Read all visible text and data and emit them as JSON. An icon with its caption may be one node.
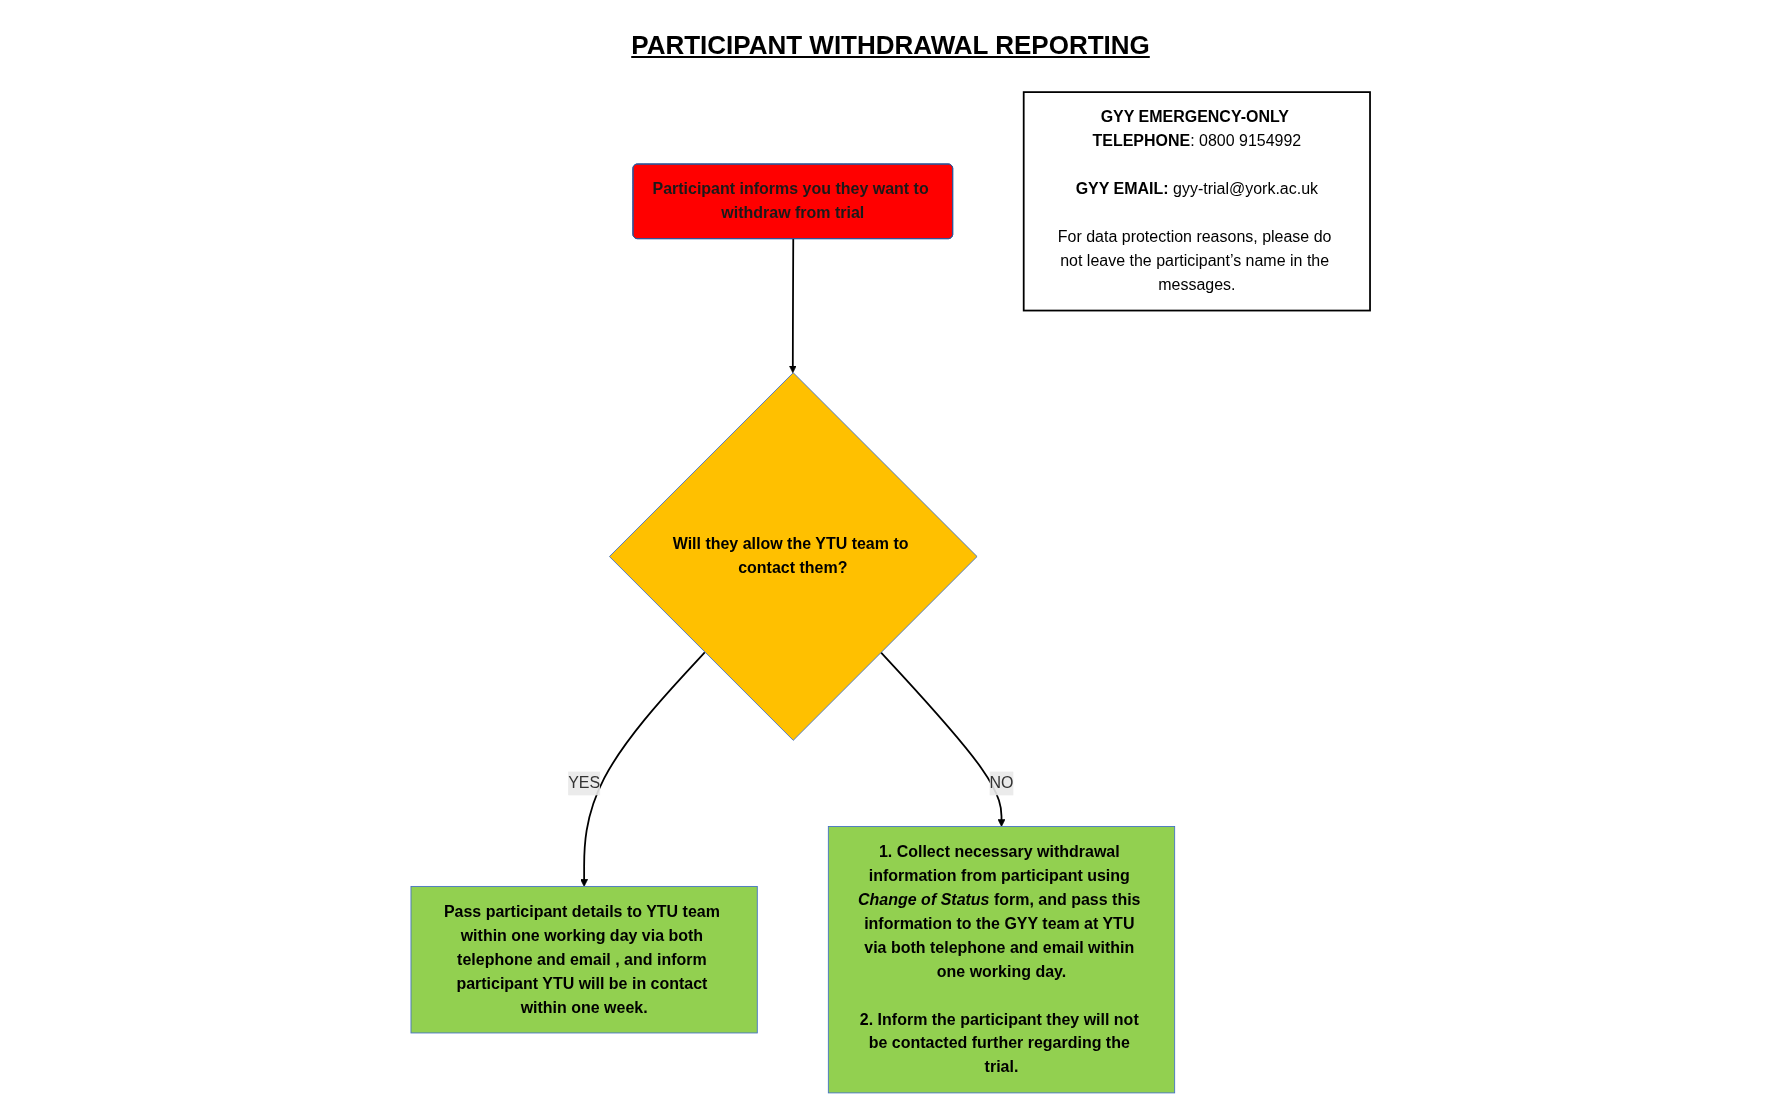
{
  "diagram": {
    "title": "PARTICIPANT WITHDRAWAL REPORTING",
    "nodes": [
      {
        "text": [
          "Participant informs you they want to withdraw from trial"
        ]
      },
      {
        "text": [
          "Will they allow the YTU team to contact them?"
        ]
      },
      {
        "text": [
          "Pass participant details to YTU team within one working day via both telephone and email , and inform participant YTU will be in contact within one week."
        ]
      },
      {
        "text": [
          "1. Collect necessary withdrawal information from participant using *Change of Status* form, and pass this information to the GYY team at YTU via both telephone and email within one working day.",
          "2. Inform the participant they will not be contacted further regarding the trial."
        ]
      },
      {
        "text": [
          "**GYY EMERGENCY-ONLY TELEPHONE**: 0800 9154992",
          "**GYY EMAIL:** gyy-trial@york.ac.uk",
          "For data protection reasons, please do not leave the participant’s name in the messages."
        ]
      }
    ],
    "edges": [
      {
        "from": 0,
        "to": 1,
        "arrow": "to"
      },
      {
        "from": 1,
        "to": 2,
        "arrow": "to",
        "label": "YES"
      },
      {
        "from": 1,
        "to": 3,
        "arrow": "to",
        "label": "NO"
      }
    ]
  }
}
